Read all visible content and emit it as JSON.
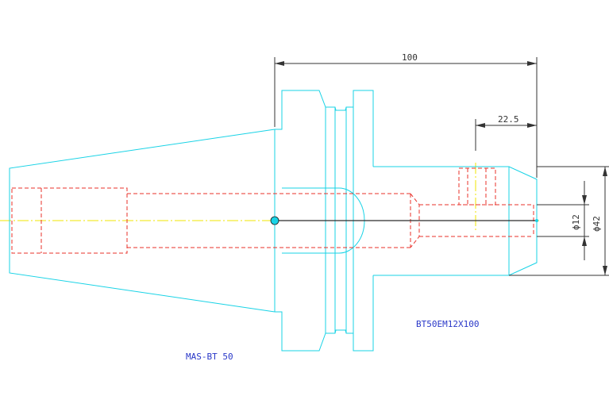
{
  "drawing": {
    "dimensions": {
      "overall_length": "100",
      "offset_length": "22.5",
      "bore_diameter": "ϕ12",
      "outer_diameter": "ϕ42"
    },
    "labels": {
      "part_number": "BT50EM12X100",
      "shank_type": "MAS-BT 50"
    },
    "colors": {
      "outline": "#19d3e6",
      "hidden_line": "#e8302a",
      "center_line": "#f2e600",
      "dimension": "#333333",
      "label": "#2a38c8"
    }
  }
}
